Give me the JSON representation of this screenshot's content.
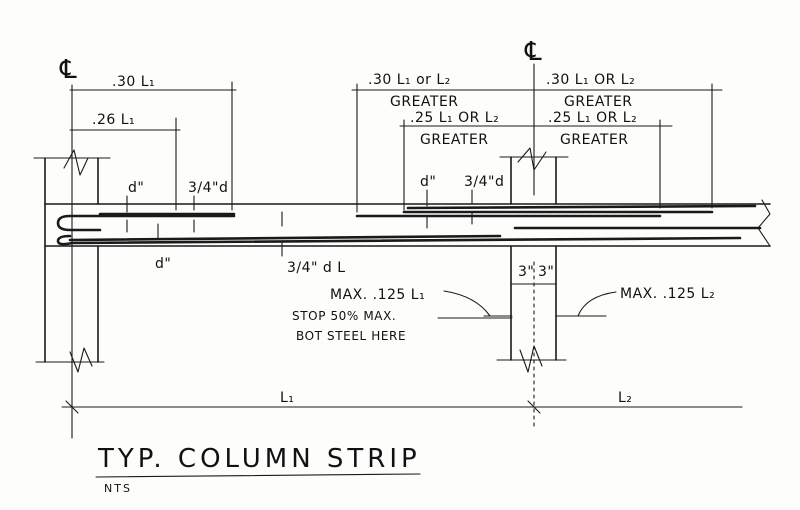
{
  "drawing": {
    "centerline_symbol": "℄",
    "dims": {
      "left_30": ".30 L₁",
      "left_26": ".26 L₁",
      "top_right_left": ".30 L₁ or L₂",
      "top_right_left_greater": "GREATER",
      "top_right_right": ".30 L₁ OR L₂",
      "top_right_right_greater": "GREATER",
      "mid_right_left": ".25 L₁ OR L₂",
      "mid_right_left_greater": "GREATER",
      "mid_right_right": ".25 L₁ OR L₂",
      "mid_right_right_greater": "GREATER"
    },
    "depth_labels": {
      "d_left_top": "d\"",
      "three_quarter_d_left": "3/4\"d",
      "d_left_bottom": "d\"",
      "three_quarter_d_bottom": "3/4\" d L",
      "d_right": "d\"",
      "three_quarter_d_right": "3/4\"d",
      "three_left": "3\"",
      "three_right": "3\""
    },
    "notes": {
      "max_left": "MAX. .125 L₁",
      "max_right": "MAX. .125 L₂",
      "stop_line1": "STOP 50% MAX.",
      "stop_line2": "BOT STEEL HERE"
    },
    "spans": {
      "l1": "L₁",
      "l2": "L₂"
    },
    "title": "TYP. COLUMN STRIP",
    "subtitle": "NTS"
  }
}
